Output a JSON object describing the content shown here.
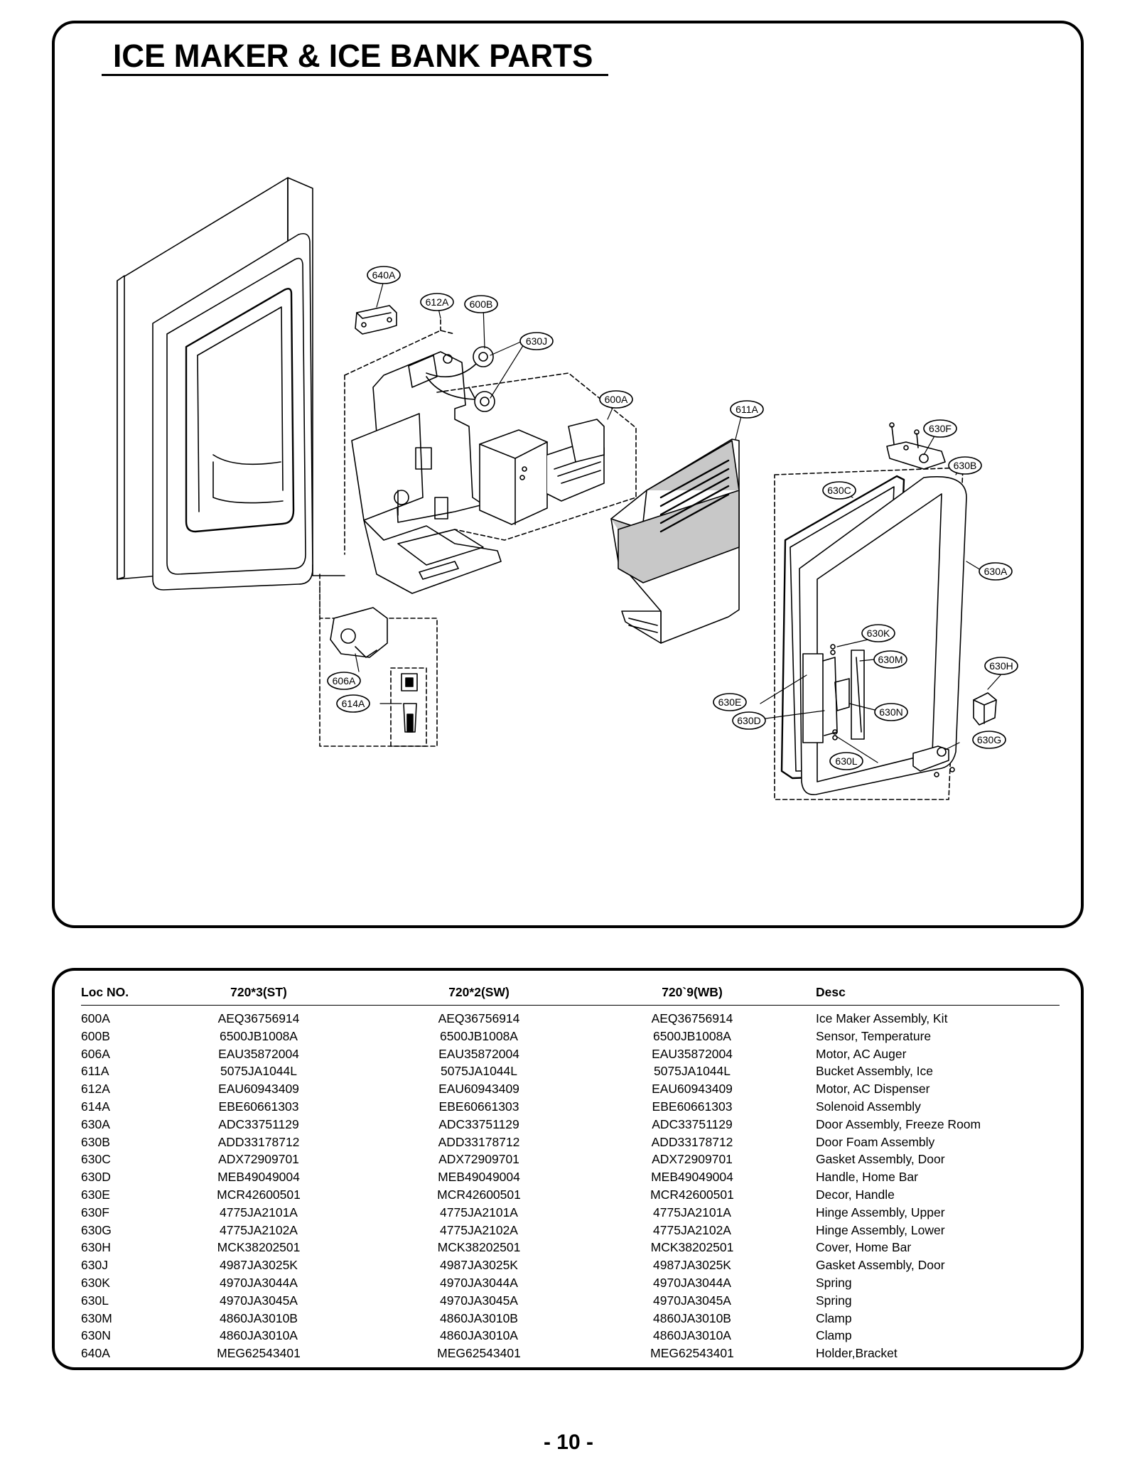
{
  "page": {
    "title": "ICE MAKER & ICE BANK PARTS",
    "page_number": "- 10 -"
  },
  "callouts": {
    "640A": "640A",
    "612A": "612A",
    "600B": "600B",
    "630J": "630J",
    "600A": "600A",
    "611A": "611A",
    "630F": "630F",
    "630B": "630B",
    "630C": "630C",
    "630A": "630A",
    "606A": "606A",
    "614A": "614A",
    "630K": "630K",
    "630M": "630M",
    "630H": "630H",
    "630E": "630E",
    "630D": "630D",
    "630N": "630N",
    "630G": "630G",
    "630L": "630L"
  },
  "table": {
    "headers": [
      "Loc NO.",
      "720*3(ST)",
      "720*2(SW)",
      "720`9(WB)",
      "Desc"
    ],
    "rows": [
      [
        "600A",
        "AEQ36756914",
        "AEQ36756914",
        "AEQ36756914",
        "Ice Maker Assembly, Kit"
      ],
      [
        "600B",
        "6500JB1008A",
        "6500JB1008A",
        "6500JB1008A",
        "Sensor, Temperature"
      ],
      [
        "606A",
        "EAU35872004",
        "EAU35872004",
        "EAU35872004",
        "Motor, AC Auger"
      ],
      [
        "611A",
        "5075JA1044L",
        "5075JA1044L",
        "5075JA1044L",
        "Bucket Assembly, Ice"
      ],
      [
        "612A",
        "EAU60943409",
        "EAU60943409",
        "EAU60943409",
        "Motor, AC Dispenser"
      ],
      [
        "614A",
        "EBE60661303",
        "EBE60661303",
        "EBE60661303",
        "Solenoid Assembly"
      ],
      [
        "630A",
        "ADC33751129",
        "ADC33751129",
        "ADC33751129",
        "Door Assembly, Freeze Room"
      ],
      [
        "630B",
        "ADD33178712",
        "ADD33178712",
        "ADD33178712",
        "Door Foam Assembly"
      ],
      [
        "630C",
        "ADX72909701",
        "ADX72909701",
        "ADX72909701",
        "Gasket Assembly, Door"
      ],
      [
        "630D",
        "MEB49049004",
        "MEB49049004",
        "MEB49049004",
        "Handle, Home Bar"
      ],
      [
        "630E",
        "MCR42600501",
        "MCR42600501",
        "MCR42600501",
        "Decor, Handle"
      ],
      [
        "630F",
        "4775JA2101A",
        "4775JA2101A",
        "4775JA2101A",
        "Hinge Assembly, Upper"
      ],
      [
        "630G",
        "4775JA2102A",
        "4775JA2102A",
        "4775JA2102A",
        "Hinge Assembly, Lower"
      ],
      [
        "630H",
        "MCK38202501",
        "MCK38202501",
        "MCK38202501",
        "Cover, Home Bar"
      ],
      [
        "630J",
        "4987JA3025K",
        "4987JA3025K",
        "4987JA3025K",
        "Gasket Assembly, Door"
      ],
      [
        "630K",
        "4970JA3044A",
        "4970JA3044A",
        "4970JA3044A",
        "Spring"
      ],
      [
        "630L",
        "4970JA3045A",
        "4970JA3045A",
        "4970JA3045A",
        "Spring"
      ],
      [
        "630M",
        "4860JA3010B",
        "4860JA3010B",
        "4860JA3010B",
        "Clamp"
      ],
      [
        "630N",
        "4860JA3010A",
        "4860JA3010A",
        "4860JA3010A",
        "Clamp"
      ],
      [
        "640A",
        "MEG62543401",
        "MEG62543401",
        "MEG62543401",
        "Holder,Bracket"
      ]
    ]
  }
}
